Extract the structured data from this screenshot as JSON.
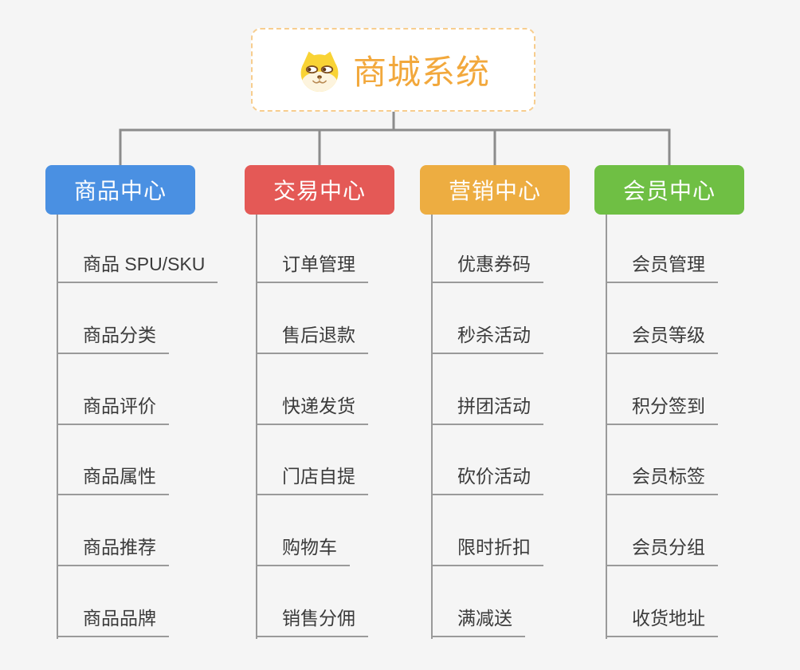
{
  "page": {
    "background": "#f5f5f5",
    "connector_color": "#8c8c8c"
  },
  "root": {
    "label": "商城系统",
    "icon": "shiba-dog-icon",
    "text_color": "#f2a83c",
    "border_color": "#f7cd8e"
  },
  "branches": [
    {
      "label": "商品中心",
      "color": "#4a90e2",
      "items": [
        "商品 SPU/SKU",
        "商品分类",
        "商品评价",
        "商品属性",
        "商品推荐",
        "商品品牌"
      ]
    },
    {
      "label": "交易中心",
      "color": "#e45956",
      "items": [
        "订单管理",
        "售后退款",
        "快递发货",
        "门店自提",
        "购物车",
        "销售分佣"
      ]
    },
    {
      "label": "营销中心",
      "color": "#edad41",
      "items": [
        "优惠券码",
        "秒杀活动",
        "拼团活动",
        "砍价活动",
        "限时折扣",
        "满减送"
      ]
    },
    {
      "label": "会员中心",
      "color": "#6fbf44",
      "items": [
        "会员管理",
        "会员等级",
        "积分签到",
        "会员标签",
        "会员分组",
        "收货地址"
      ]
    }
  ]
}
